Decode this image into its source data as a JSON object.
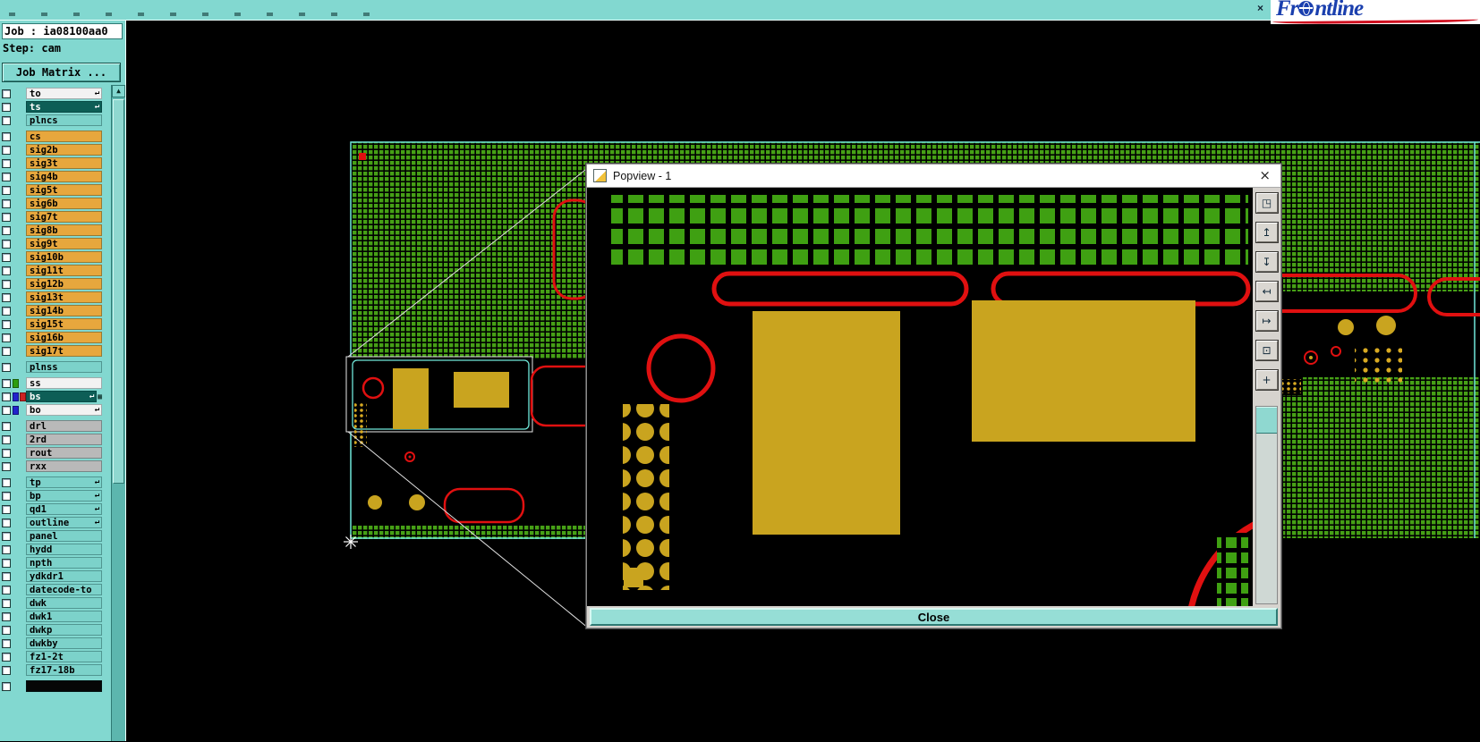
{
  "topbar": {
    "window_close_glyph": "×",
    "logo": {
      "pre": "Fr",
      "post": "ntline"
    }
  },
  "job": {
    "job_line": "Job : ia08100aa0",
    "step_line": "Step: cam",
    "matrix_button": "Job Matrix ..."
  },
  "sidebar_scroll": {
    "up_glyph": "▲"
  },
  "layer_row_arrow_glyph": "↵",
  "layer_row_grid_glyph": "▦",
  "layers": [
    {
      "label": "to",
      "style": "white",
      "arrow": true
    },
    {
      "label": "ts",
      "style": "selected",
      "arrow": true
    },
    {
      "label": "plncs",
      "style": "teal"
    },
    {
      "label": "cs",
      "style": "orange",
      "gap": true
    },
    {
      "label": "sig2b",
      "style": "orange"
    },
    {
      "label": "sig3t",
      "style": "orange"
    },
    {
      "label": "sig4b",
      "style": "orange"
    },
    {
      "label": "sig5t",
      "style": "orange"
    },
    {
      "label": "sig6b",
      "style": "orange"
    },
    {
      "label": "sig7t",
      "style": "orange"
    },
    {
      "label": "sig8b",
      "style": "orange"
    },
    {
      "label": "sig9t",
      "style": "orange"
    },
    {
      "label": "sig10b",
      "style": "orange"
    },
    {
      "label": "sig11t",
      "style": "orange"
    },
    {
      "label": "sig12b",
      "style": "orange"
    },
    {
      "label": "sig13t",
      "style": "orange"
    },
    {
      "label": "sig14b",
      "style": "orange"
    },
    {
      "label": "sig15t",
      "style": "orange"
    },
    {
      "label": "sig16b",
      "style": "orange"
    },
    {
      "label": "sig17t",
      "style": "orange"
    },
    {
      "label": "plnss",
      "style": "teal",
      "gap": true
    },
    {
      "label": "ss",
      "style": "white",
      "swatches": [
        "#2e9e0e"
      ],
      "gap": true
    },
    {
      "label": "bs",
      "style": "selected",
      "swatches": [
        "#2222cc",
        "#cc2222"
      ],
      "arrow": true,
      "grid_icon": true
    },
    {
      "label": "bo",
      "style": "white",
      "swatches": [
        "#2222cc"
      ],
      "arrow": true
    },
    {
      "label": "drl",
      "style": "gray",
      "gap": true
    },
    {
      "label": "2rd",
      "style": "gray"
    },
    {
      "label": "rout",
      "style": "gray"
    },
    {
      "label": "rxx",
      "style": "gray"
    },
    {
      "label": "tp",
      "style": "teal",
      "arrow": true,
      "gap": true
    },
    {
      "label": "bp",
      "style": "teal",
      "arrow": true
    },
    {
      "label": "qd1",
      "style": "teal",
      "arrow": true
    },
    {
      "label": "outline",
      "style": "teal",
      "arrow": true
    },
    {
      "label": "panel",
      "style": "teal"
    },
    {
      "label": "hydd",
      "style": "teal"
    },
    {
      "label": "npth",
      "style": "teal"
    },
    {
      "label": "ydkdr1",
      "style": "teal"
    },
    {
      "label": "datecode-to",
      "style": "teal"
    },
    {
      "label": "dwk",
      "style": "teal"
    },
    {
      "label": "dwk1",
      "style": "teal"
    },
    {
      "label": "dwkp",
      "style": "teal"
    },
    {
      "label": "dwkby",
      "style": "teal"
    },
    {
      "label": "fz1-2t",
      "style": "teal"
    },
    {
      "label": "fz17-18b",
      "style": "teal"
    },
    {
      "label": "",
      "style": "black",
      "gap": true
    }
  ],
  "popview": {
    "title": "Popview - 1",
    "close_x": "×",
    "close_label": "Close",
    "tools": [
      {
        "name": "detach-view",
        "glyph": "◳"
      },
      {
        "name": "scroll-up",
        "glyph": "↥"
      },
      {
        "name": "scroll-down",
        "glyph": "↧"
      },
      {
        "name": "scroll-left",
        "glyph": "↤"
      },
      {
        "name": "scroll-right",
        "glyph": "↦"
      },
      {
        "name": "zoom-fit",
        "glyph": "⊡"
      },
      {
        "name": "pan",
        "glyph": "+"
      }
    ]
  },
  "colors": {
    "ui_teal": "#82d8d0",
    "selected_row": "#0d5e56",
    "layer_orange": "#e7a73d",
    "layer_gray": "#b9b9b9",
    "pcb_green": "#46a016",
    "pcb_gold": "#c9a41f",
    "pcb_red": "#e01010",
    "board_outline_teal": "#70e8da",
    "logo_blue": "#1a3fae"
  }
}
